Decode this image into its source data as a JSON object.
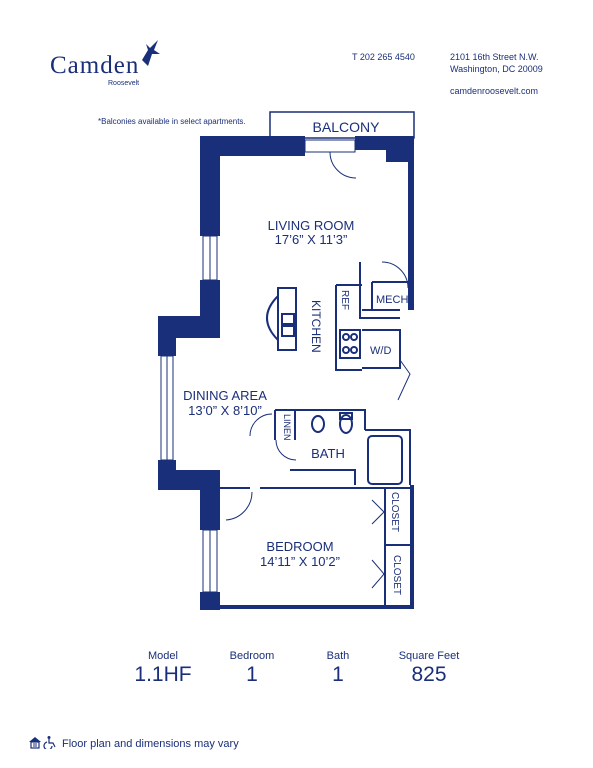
{
  "brand": {
    "name": "Camden",
    "sub": "Roosevelt"
  },
  "contact": {
    "phone": "T 202 265 4540",
    "address_line1": "2101 16th Street N.W.",
    "address_line2": "Washington, DC 20009",
    "website": "camdenroosevelt.com"
  },
  "note": "*Balconies available in select apartments.",
  "rooms": {
    "balcony": "BALCONY",
    "living_room": "LIVING ROOM",
    "living_room_dim": "17’6” X 11’3”",
    "kitchen": "KITCHEN",
    "ref": "REF",
    "mech": "MECH",
    "wd": "W/D",
    "dining_area": "DINING AREA",
    "dining_dim": "13’0” X 8’10”",
    "linen": "LINEN",
    "bath": "BATH",
    "bedroom": "BEDROOM",
    "bedroom_dim": "14’11” X 10’2”",
    "closet1": "CLOSET",
    "closet2": "CLOSET"
  },
  "specs": [
    {
      "label": "Model",
      "value": "1.1HF"
    },
    {
      "label": "Bedroom",
      "value": "1"
    },
    {
      "label": "Bath",
      "value": "1"
    },
    {
      "label": "Square Feet",
      "value": "825"
    }
  ],
  "footer": {
    "text": "Floor plan and dimensions may vary"
  },
  "colors": {
    "primary": "#1a2f7a"
  },
  "icons": [
    "hummingbird-logo-icon",
    "equal-housing-icon",
    "wheelchair-icon"
  ]
}
